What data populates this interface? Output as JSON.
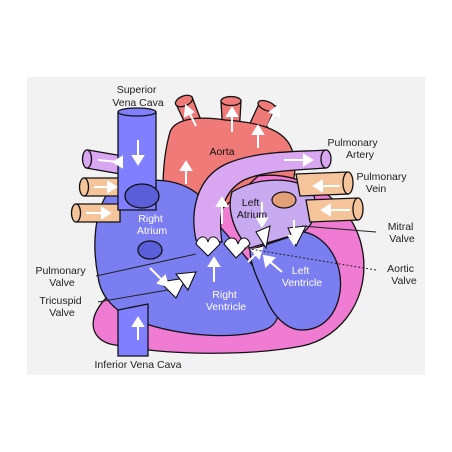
{
  "labels": {
    "superior_vena_cava": [
      "Superior",
      "Vena Cava"
    ],
    "aorta": "Aorta",
    "pulmonary_artery": [
      "Pulmonary",
      "Artery"
    ],
    "pulmonary_vein": [
      "Pulmonary",
      "Vein"
    ],
    "right_atrium": [
      "Right",
      "Atrium"
    ],
    "left_atrium": [
      "Left",
      "Atrium"
    ],
    "mitral_valve": [
      "Mitral",
      "Valve"
    ],
    "pulmonary_valve": [
      "Pulmonary",
      "Valve"
    ],
    "aortic_valve": [
      "Aortic",
      "Valve"
    ],
    "left_ventricle": [
      "Left",
      "Ventricle"
    ],
    "tricuspid_valve": [
      "Tricuspid",
      "Valve"
    ],
    "right_ventricle": [
      "Right",
      "Ventricle"
    ],
    "inferior_vena_cava": "Inferior Vena Cava"
  },
  "colors": {
    "panel_background": "#f2f2f2",
    "vena_cava_blue": "#7f7fff",
    "right_heart_blue": "#7a7ef0",
    "aorta_red": "#f07a78",
    "pulmonary_purple": "#d9a6f2",
    "pulmonary_vein_orange": "#f5c49b",
    "left_heart_pink": "#f07bd2",
    "left_atrium_lavender": "#c8aaf0",
    "valve_white": "#ffffff",
    "outline": "#111111"
  }
}
